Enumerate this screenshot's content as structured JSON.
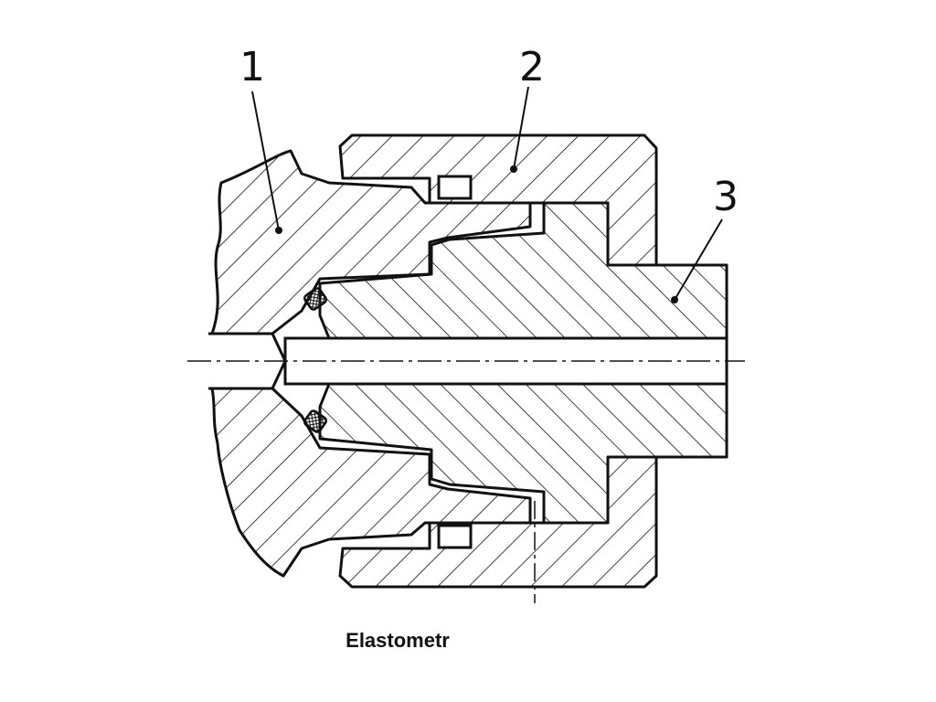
{
  "figure": {
    "labels": [
      "1",
      "2",
      "3"
    ],
    "caption": "Elastometr"
  },
  "colors": {
    "line": "#111111",
    "background": "#ffffff"
  }
}
